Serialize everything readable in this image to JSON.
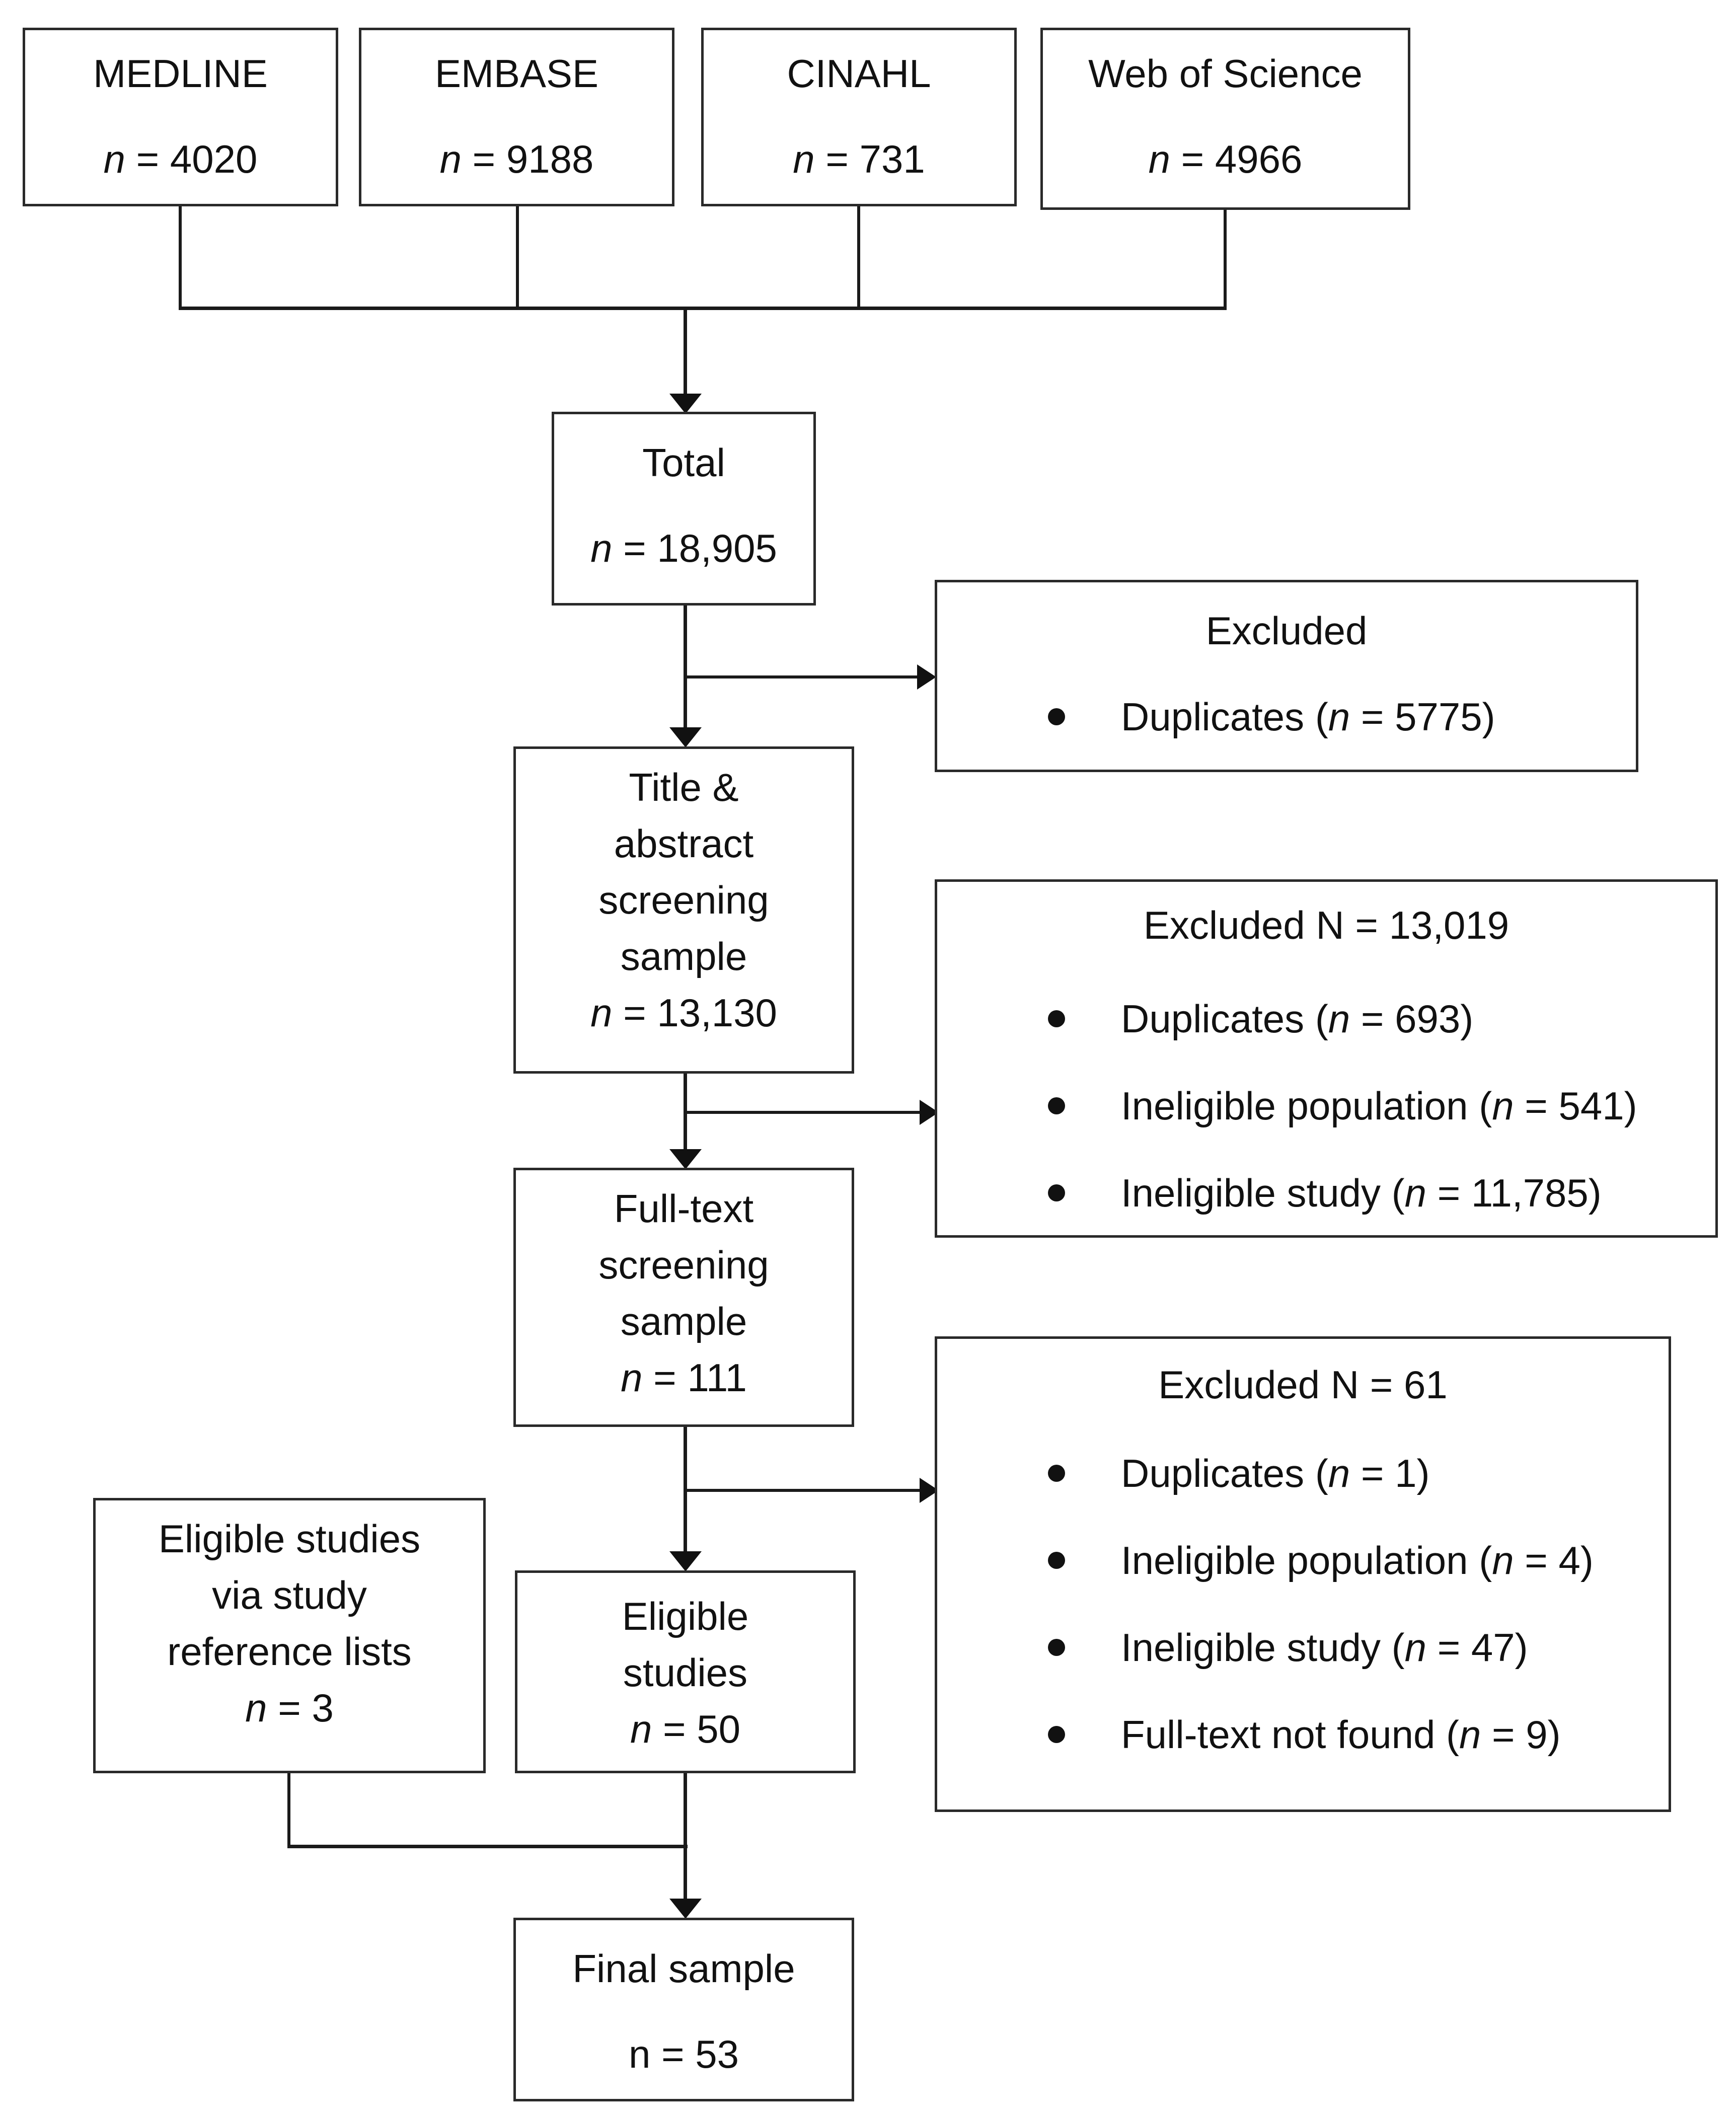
{
  "sources": [
    {
      "name": "MEDLINE",
      "n_label": "n",
      "n_value": " = 4020"
    },
    {
      "name": "EMBASE",
      "n_label": "n",
      "n_value": " = 9188"
    },
    {
      "name": "CINAHL",
      "n_label": "n",
      "n_value": " = 731"
    },
    {
      "name": "Web of Science",
      "n_label": "n",
      "n_value": " = 4966"
    }
  ],
  "total": {
    "title": "Total",
    "n_label": "n",
    "n_value": " = 18,905"
  },
  "excluded1": {
    "title": "Excluded",
    "items": [
      {
        "text": "Duplicates (",
        "n": "n",
        "val": " = 5775)"
      }
    ]
  },
  "screening": {
    "lines": [
      "Title &",
      "abstract",
      "screening",
      "sample"
    ],
    "n_label": "n",
    "n_value": " = 13,130"
  },
  "excluded2": {
    "title": "Excluded N = 13,019",
    "items": [
      {
        "text": "Duplicates (",
        "n": "n",
        "val": " = 693)"
      },
      {
        "text": "Ineligible population (",
        "n": "n",
        "val": " = 541)"
      },
      {
        "text": "Ineligible study (",
        "n": "n",
        "val": " = 11,785)"
      }
    ]
  },
  "fulltext": {
    "lines": [
      "Full-text",
      "screening",
      "sample"
    ],
    "n_label": "n",
    "n_value": " = 111"
  },
  "excluded3": {
    "title": "Excluded N = 61",
    "items": [
      {
        "text": "Duplicates (",
        "n": "n",
        "val": " = 1)"
      },
      {
        "text": "Ineligible population (",
        "n": "n",
        "val": " = 4)"
      },
      {
        "text": "Ineligible study (",
        "n": "n",
        "val": " = 47)"
      },
      {
        "text": "Full-text not found (",
        "n": "n",
        "val": " = 9)"
      }
    ]
  },
  "reference_lists": {
    "lines": [
      "Eligible studies",
      "via study",
      "reference lists"
    ],
    "n_label": "n",
    "n_value": " = 3"
  },
  "eligible": {
    "lines": [
      "Eligible",
      "studies"
    ],
    "n_label": "n",
    "n_value": " = 50"
  },
  "final": {
    "title": "Final sample",
    "n_text": "n = 53"
  }
}
